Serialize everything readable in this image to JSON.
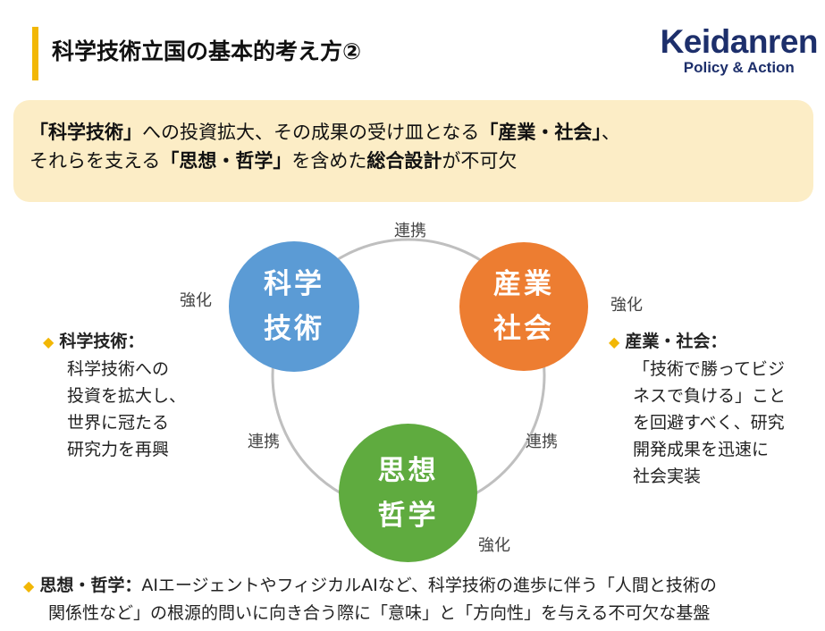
{
  "header": {
    "title": "科学技術立国の基本的考え方②",
    "logo_main": "Keidanren",
    "logo_sub": "Policy & Action",
    "accent_color": "#f2b705"
  },
  "summary": {
    "line1": [
      {
        "text": "「科学技術」",
        "bold": true
      },
      {
        "text": "への投資拡大、その成果の受け皿となる",
        "bold": false
      },
      {
        "text": "「産業・社会」",
        "bold": true
      },
      {
        "text": "、",
        "bold": false
      }
    ],
    "line2": [
      {
        "text": "それらを支える",
        "bold": false
      },
      {
        "text": "「思想・哲学」",
        "bold": true
      },
      {
        "text": "を含めた",
        "bold": false
      },
      {
        "text": "総合設計",
        "bold": true
      },
      {
        "text": "が不可欠",
        "bold": false
      }
    ]
  },
  "diagram": {
    "science": {
      "line1": "科学",
      "line2": "技術",
      "color": "#5b9bd5"
    },
    "industry": {
      "line1": "産業",
      "line2": "社会",
      "color": "#ed7d31"
    },
    "philosophy": {
      "line1": "思想",
      "line2": "哲学",
      "color": "#5fab3f"
    },
    "link_top": "連携",
    "link_left": "連携",
    "link_right": "連携",
    "strengthen_science": "強化",
    "strengthen_industry": "強化",
    "strengthen_philosophy": "強化"
  },
  "notes": {
    "science": {
      "head": "科学技術：",
      "lines": [
        "科学技術への",
        "投資を拡大し、",
        "世界に冠たる",
        "研究力を再興"
      ]
    },
    "industry": {
      "head": "産業・社会：",
      "lines": [
        "「技術で勝ってビジ",
        "ネスで負ける」こと",
        "を回避すべく、研究",
        "開発成果を迅速に",
        "社会実装"
      ]
    },
    "philosophy": {
      "head": "思想・哲学：",
      "text1": "AIエージェントやフィジカルAIなど、科学技術の進歩に伴う「人間と技術の",
      "text2": "関係性など」の根源的問いに向き合う際に「意味」と「方向性」を与える不可欠な基盤"
    }
  },
  "icons": {
    "bullet": "diamond-bullet-icon"
  }
}
